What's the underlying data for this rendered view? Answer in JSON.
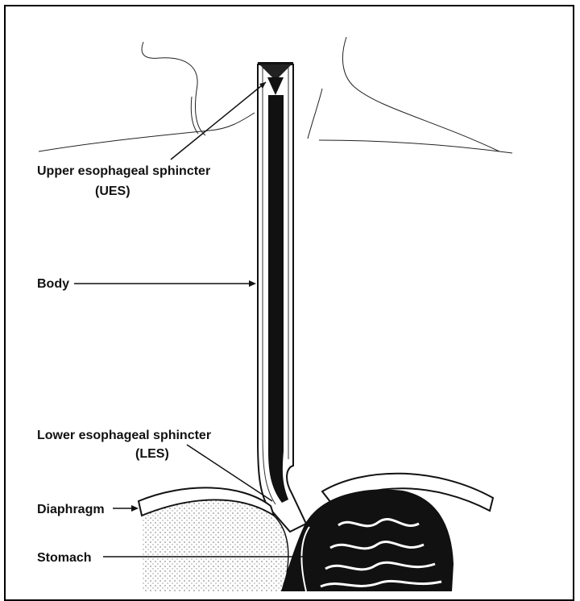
{
  "labels": {
    "ues_line1": "Upper esophageal sphincter",
    "ues_line2": "(UES)",
    "body": "Body",
    "les_line1": "Lower esophageal sphincter",
    "les_line2": "(LES)",
    "diaphragm": "Diaphragm",
    "stomach": "Stomach"
  },
  "colors": {
    "ink": "#111111",
    "paper": "#ffffff"
  }
}
